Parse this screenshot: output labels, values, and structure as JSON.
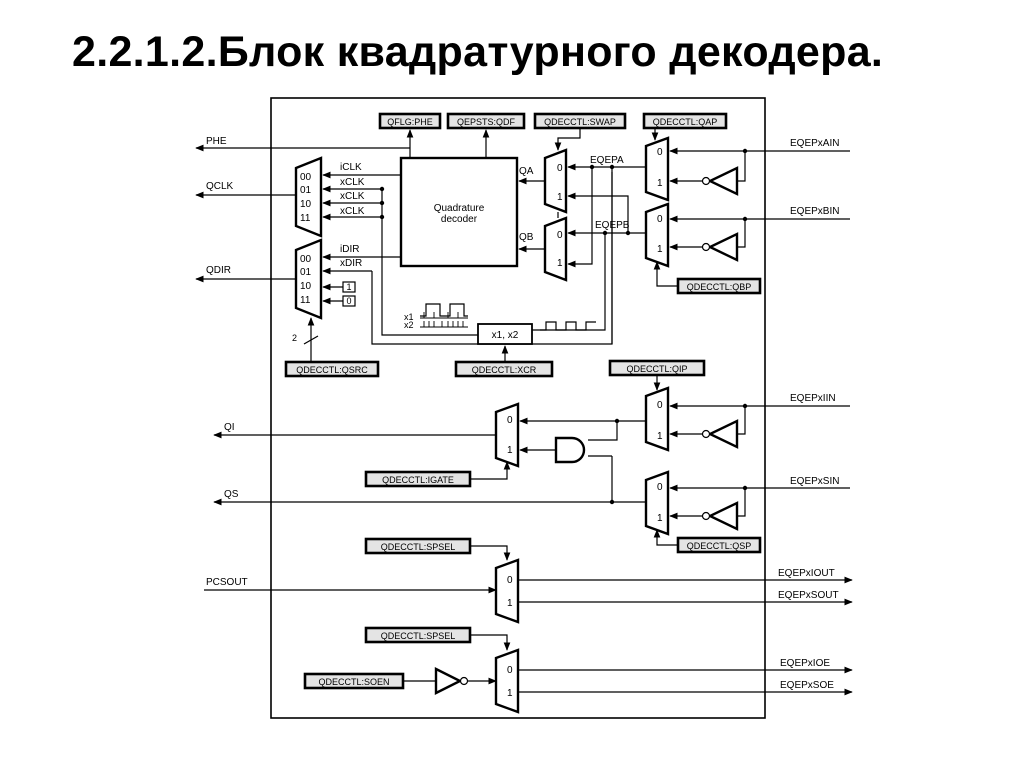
{
  "slide": {
    "title": "2.2.1.2.Блок квадратурного декодера."
  },
  "diagram": {
    "decoder_line1": "Quadrature",
    "decoder_line2": "decoder",
    "registers": {
      "qflg_phe": "QFLG:PHE",
      "qepsts_qdf": "QEPSTS:QDF",
      "swap": "QDECCTL:SWAP",
      "qap": "QDECCTL:QAP",
      "qbp": "QDECCTL:QBP",
      "qsrc": "QDECCTL:QSRC",
      "xcr": "QDECCTL:XCR",
      "qip": "QDECCTL:QIP",
      "igate": "QDECCTL:IGATE",
      "qsp": "QDECCTL:QSP",
      "spsel1": "QDECCTL:SPSEL",
      "spsel2": "QDECCTL:SPSEL",
      "soen": "QDECCTL:SOEN"
    },
    "signals": {
      "phe": "PHE",
      "qclk": "QCLK",
      "qdir": "QDIR",
      "qi": "QI",
      "qs": "QS",
      "pcsout": "PCSOUT",
      "eqepxain": "EQEPxAIN",
      "eqepxbin": "EQEPxBIN",
      "eqepxiin": "EQEPxIIN",
      "eqepxsin": "EQEPxSIN",
      "eqepxiout": "EQEPxIOUT",
      "eqepxsout": "EQEPxSOUT",
      "eqepxioe": "EQEPxIOE",
      "eqepxsoe": "EQEPxSOE",
      "eqepa": "EQEPA",
      "eqepb": "EQEPB",
      "qa": "QA",
      "qb": "QB",
      "iclk": "iCLK",
      "xclk1": "xCLK",
      "xclk2": "xCLK",
      "xclk3": "xCLK",
      "idir": "iDIR",
      "xdir": "xDIR"
    },
    "mux_inputs": {
      "s00": "00",
      "s01": "01",
      "s10": "10",
      "s11": "11",
      "d00": "00",
      "d01": "01",
      "d10": "10",
      "d11": "11",
      "zero": "0",
      "one": "1"
    },
    "constants": {
      "c1": "1",
      "c0": "0"
    },
    "bus_width": "2",
    "xcr_block": "x1, x2",
    "xcr_x1": "x1",
    "xcr_x2": "x2"
  }
}
